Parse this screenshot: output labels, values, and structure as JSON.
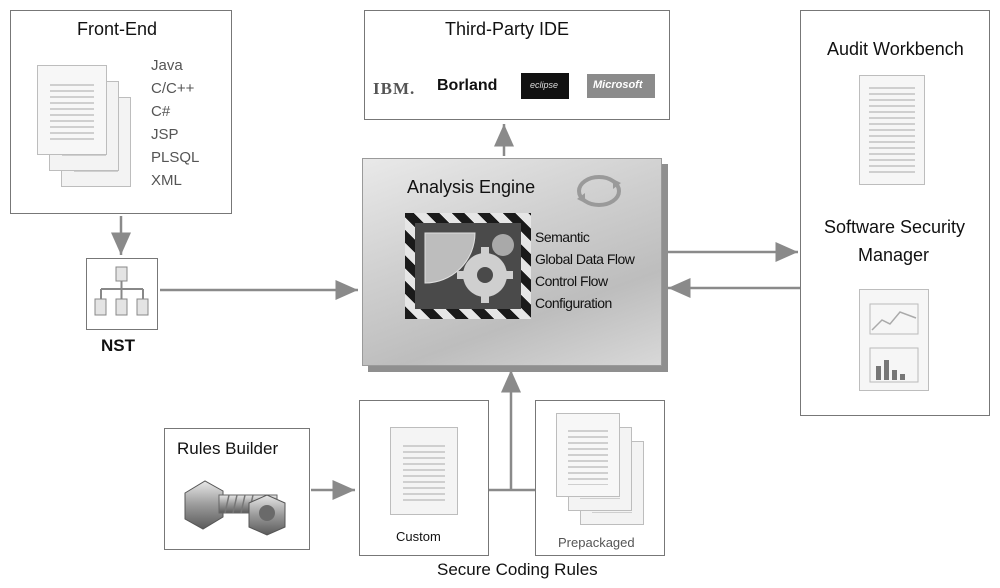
{
  "front_end": {
    "title": "Front-End",
    "languages": [
      "Java",
      "C/C++",
      "C#",
      "JSP",
      "PLSQL",
      "XML"
    ]
  },
  "nst": {
    "label": "NST"
  },
  "ide": {
    "title": "Third-Party IDE",
    "logos": [
      "IBM.",
      "Borland",
      "eclipse",
      "Microsoft"
    ]
  },
  "engine": {
    "title": "Analysis Engine",
    "analyzers": [
      "Semantic",
      "Global Data Flow",
      "Control Flow",
      "Configuration"
    ]
  },
  "right_panel": {
    "audit": "Audit Workbench",
    "ssm_line1": "Software Security",
    "ssm_line2": "Manager"
  },
  "rules_builder": {
    "title": "Rules Builder"
  },
  "rules": {
    "custom": "Custom",
    "prepackaged": "Prepackaged",
    "caption": "Secure Coding Rules"
  },
  "colors": {
    "arrow": "#8a8a8a",
    "border": "#777777",
    "hazard": "#1a1a1a"
  }
}
